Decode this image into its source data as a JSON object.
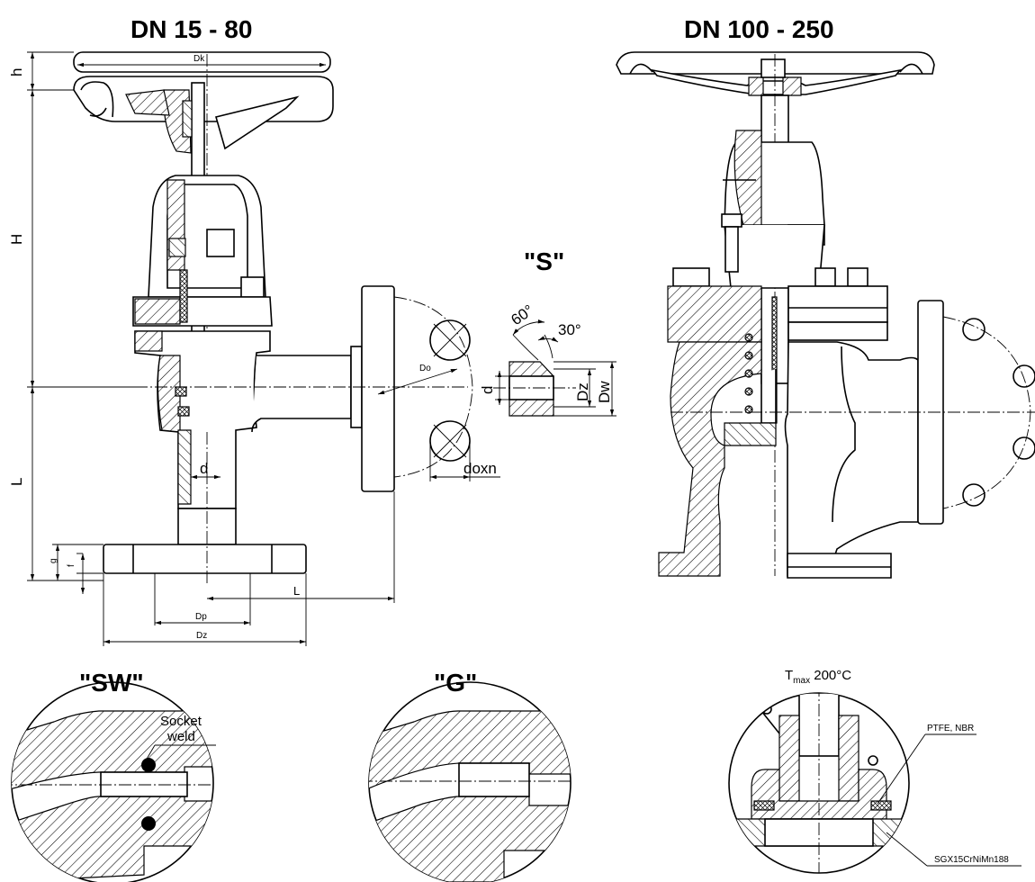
{
  "titles": {
    "left_view": "DN 15 - 80",
    "right_view": "DN 100 - 250",
    "detail_s": "\"S\"",
    "detail_sw": "\"SW\"",
    "detail_g": "\"G\""
  },
  "dimensions": {
    "h": "h",
    "Dk": "Dk",
    "H": "H",
    "L_vertical": "L",
    "L_horizontal": "L",
    "Do": "Do",
    "d": "d",
    "doxn": "doxn",
    "g": "g",
    "f": "f",
    "Dp": "Dp",
    "Dz": "Dz"
  },
  "detail_s_labels": {
    "angle_60": "60°",
    "angle_30": "30°",
    "d": "d",
    "Dz": "Dz",
    "Dw": "Dw"
  },
  "notes": {
    "socket": "Socket",
    "weld": "weld",
    "tmax_prefix": "T",
    "tmax_sub": "max",
    "tmax_value": " 200°C",
    "ptfe": "PTFE, NBR",
    "material": "SGX15CrNiMn188"
  }
}
